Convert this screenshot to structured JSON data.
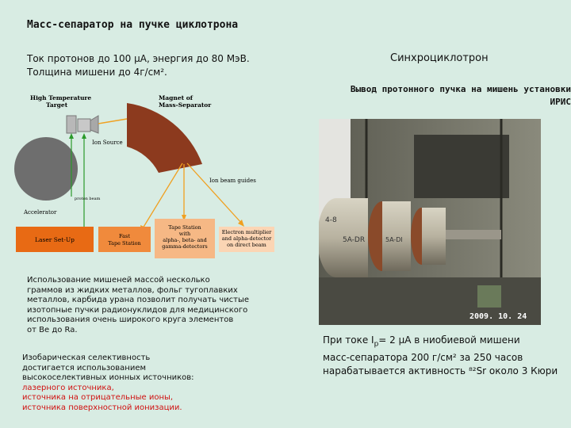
{
  "title": "Масс-сепаратор на пучке циклотрона",
  "subtitle_lines": [
    "Ток протонов до 100 μA, энергия до 80 МэВ.",
    "Толщина мишени до 4г/см²."
  ],
  "synchrocyclotron": "Синхроциклотрон",
  "beam_output_lines": [
    "Вывод протонного пучка на мишень установки",
    "ИРИС"
  ],
  "diagram": {
    "ht_target": [
      "High Temperature",
      "Target"
    ],
    "magnet": [
      "Magnet of",
      "Mass-Separator"
    ],
    "ion_source": "Ion Source",
    "ion_beam_guides": "Ion beam guides",
    "accelerator": "Accelerator",
    "proton_beam": "proton beam",
    "laser": "Laser Set-Up",
    "fast_tape": [
      "Fast",
      "Tape Station"
    ],
    "tape_station": [
      "Tape Station",
      "with",
      "alpha-, beta- and",
      "gamma-detectors"
    ],
    "electron_mult": [
      "Electron multiplier",
      "and alpha-detector",
      "on direct beam"
    ]
  },
  "description_lines": [
    "Использование мишеней массой несколько",
    "граммов из жидких металлов, фольг тугоплавких",
    "металлов, карбида урана позволит получать чистые",
    "изотопные пучки радионуклидов для медицинского",
    "использования очень широкого круга элементов",
    "от Be до Ra."
  ],
  "isobar_lines": [
    "Изобарическая селективность",
    "достигается использованием",
    "высокоселективных ионных источников:"
  ],
  "isobar_red_lines": [
    "лазерного источника,",
    "источника на отрицательные ионы,",
    "источника поверхностной ионизации."
  ],
  "photo_date": "2009. 10. 24",
  "photo_labels": [
    "4-8",
    "5A-DR",
    "5A-DI"
  ],
  "caption": {
    "l1_prefix": "При токе I",
    "l1_sub": "p",
    "l1_suffix": "= 2 μA в ниобиевой мишени",
    "l2": "масс-сепаратора 200 г/см² за 250 часов",
    "l3": "нарабатывается активность ⁸²Sr около 3 Кюри"
  },
  "colors": {
    "background": "#d8ece3",
    "magnet": "#8c3a1e",
    "accelerator": "#6e6e6e",
    "laser": "#e86a14",
    "fast_tape": "#f08a3c",
    "tape_station": "#f6b885",
    "electron_mult": "#fbd5b4",
    "beam_arrows": "#f0a020",
    "green_arrows": "#2a9a2a",
    "red_text": "#d01010"
  }
}
